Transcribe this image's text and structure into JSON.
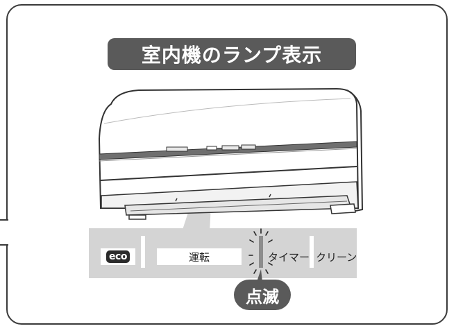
{
  "title": "室内機のランプ表示",
  "lamps": {
    "eco": "eco",
    "unten": "運転",
    "timer": "タイマー",
    "clean": "クリーン"
  },
  "status_badge": "点滅",
  "colors": {
    "frame": "#3a3a3a",
    "title_bg": "#5a5a5a",
    "panel_bg": "#d4d4d4",
    "blink_lamp": "#8c8c8c"
  }
}
